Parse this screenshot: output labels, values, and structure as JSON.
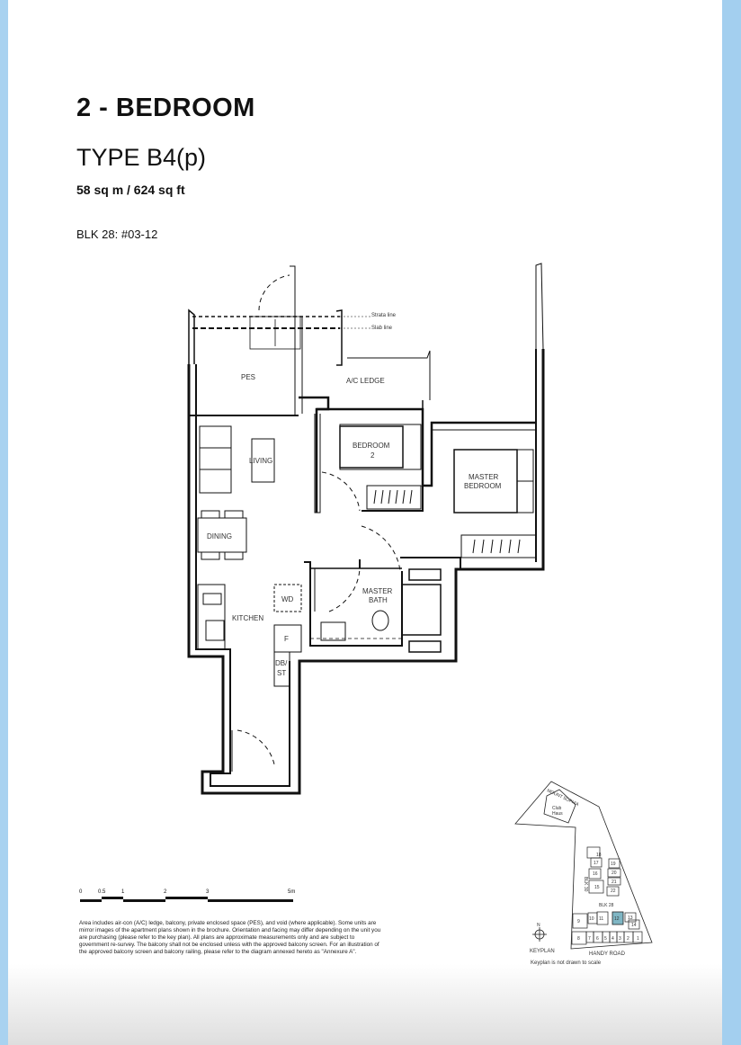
{
  "header": {
    "title": "2 - BEDROOM",
    "type": "TYPE B4(p)",
    "area": "58 sq m / 624 sq ft",
    "unit": "BLK 28: #03-12"
  },
  "plan_labels": {
    "strata": "Strata line",
    "slab": "Slab line",
    "pes": "PES",
    "ac_ledge": "A/C LEDGE",
    "bedroom2_l1": "BEDROOM",
    "bedroom2_l2": "2",
    "master_l1": "MASTER",
    "master_l2": "BEDROOM",
    "living": "LIVING",
    "dining": "DINING",
    "kitchen": "KITCHEN",
    "wd": "WD",
    "fridge": "F",
    "dbst_l1": "DB/",
    "dbst_l2": "ST",
    "bath_l1": "MASTER",
    "bath_l2": "BATH"
  },
  "scale_bar": {
    "ticks": [
      "0",
      "0.5",
      "1",
      "2",
      "3",
      "5m"
    ]
  },
  "disclaimer": "Area includes air-con (A/C) ledge, balcony, private enclosed space (PES), and void (where applicable). Some units are mirror images of the apartment plans shown in the brochure. Orientation and facing may differ depending on the unit you are purchasing (please refer to the key plan). All plans are approximate measurements only and are subject to government re-survey. The balcony shall not be enclosed unless with the approved balcony screen. For an illustration of the approved balcony screen and balcony railing, please refer to the diagram annexed hereto as \"Annexure A\".",
  "keyplan": {
    "road_top": "MOUNT SOPHIA",
    "club": "Club",
    "club2": "Haus",
    "blk30": "BLK 30",
    "blk28": "BLK 28",
    "road_bottom": "HANDY ROAD",
    "label": "KEYPLAN",
    "note": "Keyplan is not drawn to scale",
    "north": "N",
    "units": [
      "1",
      "2",
      "3",
      "4",
      "5",
      "6",
      "7",
      "8",
      "9",
      "10",
      "11",
      "12",
      "13",
      "14",
      "15",
      "16",
      "17",
      "18",
      "19",
      "20",
      "21",
      "22"
    ],
    "highlight_color": "#7fb6c4"
  }
}
